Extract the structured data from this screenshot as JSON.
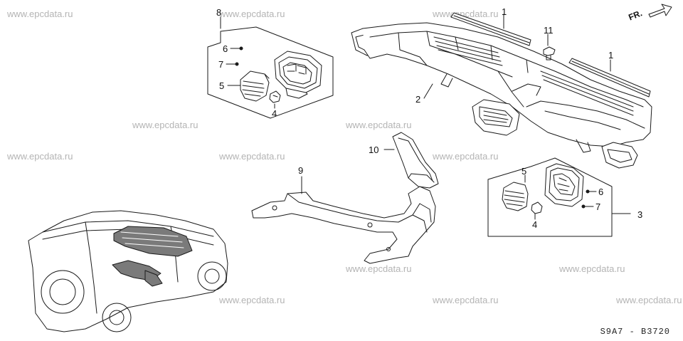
{
  "watermark_text": "www.epcdata.ru",
  "diagram_code": "S9A7 - B3720",
  "direction_label": "FR.",
  "callouts": {
    "c1a": "1",
    "c1b": "1",
    "c2": "2",
    "c3": "3",
    "c4a": "4",
    "c4b": "4",
    "c5a": "5",
    "c5b": "5",
    "c6a": "6",
    "c6b": "6",
    "c7a": "7",
    "c7b": "7",
    "c8": "8",
    "c9": "9",
    "c10": "10",
    "c11": "11"
  },
  "colors": {
    "line": "#1a1a1a",
    "watermark": "#b4b4b4",
    "background": "#ffffff"
  }
}
